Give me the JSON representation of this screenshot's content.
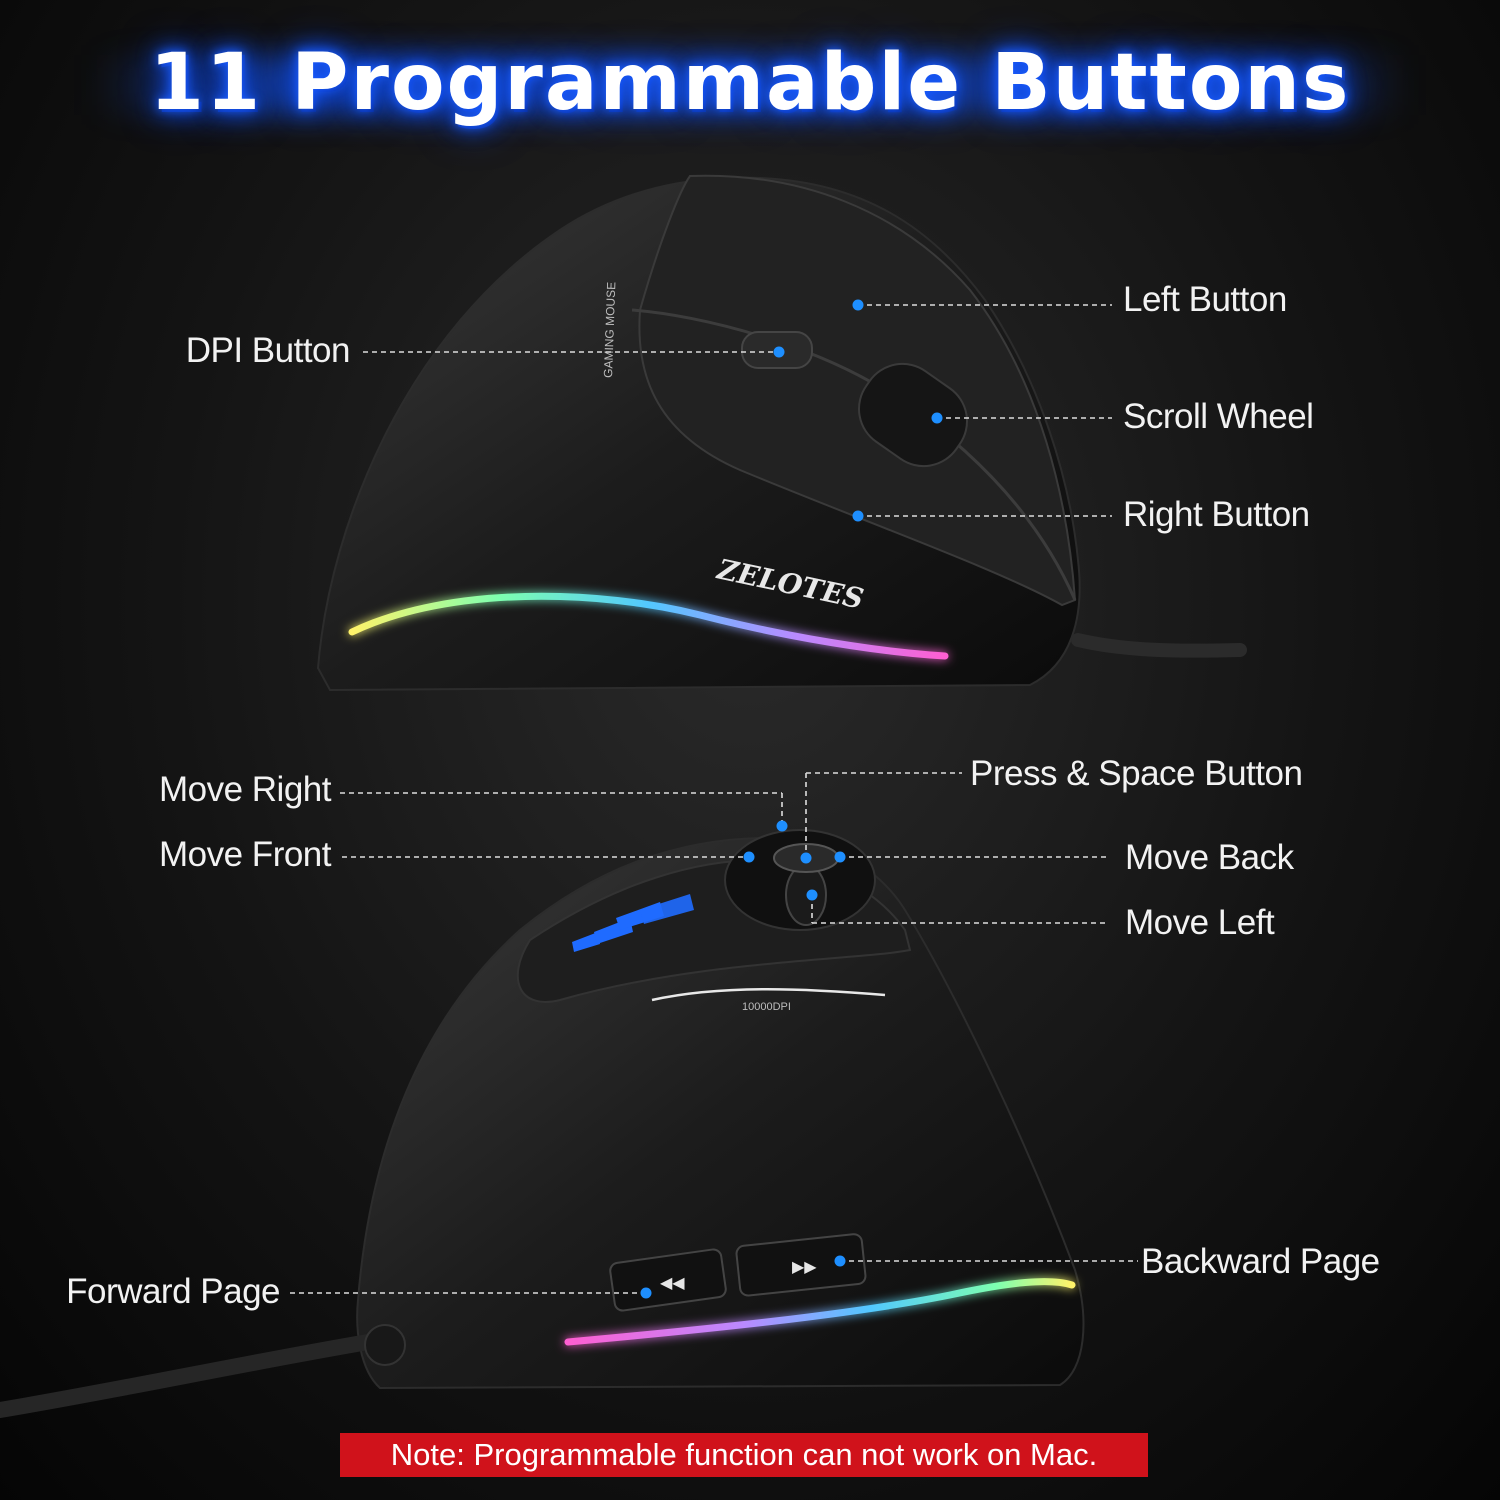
{
  "title": "11 Programmable Buttons",
  "callouts": {
    "left_button": "Left Button",
    "dpi_button": "DPI Button",
    "scroll_wheel": "Scroll Wheel",
    "right_button": "Right Button",
    "move_right": "Move Right",
    "press_space": "Press & Space Button",
    "move_front": "Move Front",
    "move_back": "Move Back",
    "move_left": "Move Left",
    "forward_page": "Forward Page",
    "backward_page": "Backward Page"
  },
  "product": {
    "brand": "ZELOTES",
    "side_text": "GAMING MOUSE",
    "dpi_text": "10000DPI"
  },
  "note": "Note: Programmable function can not work on Mac.",
  "colors": {
    "accent_blue": "#1a6cff",
    "note_red": "#d0121b",
    "dot_blue": "#1e8fff"
  }
}
